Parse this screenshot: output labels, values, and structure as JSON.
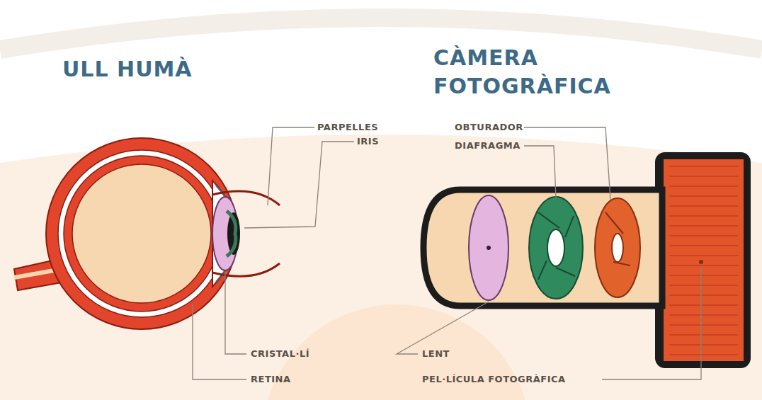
{
  "diagram": {
    "labels": [
      "ULL HUMÀ",
      "CÀMERA FOTOGRÀFICA",
      "PARPELLES",
      "IRIS",
      "OBTURADOR",
      "DIAFRAGMA",
      "CRISTAL·LÍ",
      "RETINA",
      "LENT",
      "PEL·LÍCULA FOTOGRÀFICA"
    ]
  }
}
